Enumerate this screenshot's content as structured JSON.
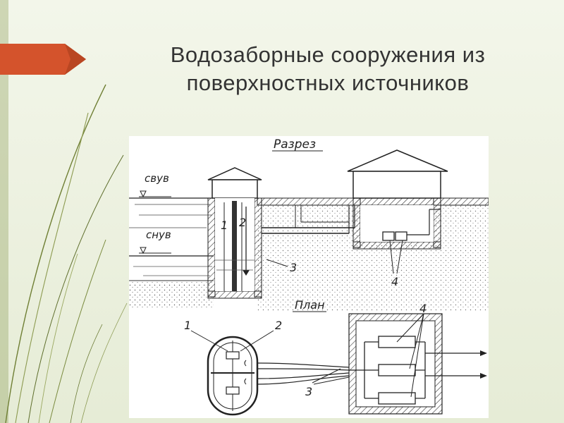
{
  "title": {
    "line1": "Водозаборные сооружения из",
    "line2": "поверхностных источников"
  },
  "diagram": {
    "section_label": "Разрез",
    "plan_label": "План",
    "high_level": "свув",
    "low_level": "снув",
    "callouts": [
      "1",
      "2",
      "3",
      "4"
    ]
  },
  "colors": {
    "accent_arrow": "#d4532c",
    "accent_arrow_dark": "#9e3a1c",
    "deco_lines": "#7f8f3c"
  }
}
